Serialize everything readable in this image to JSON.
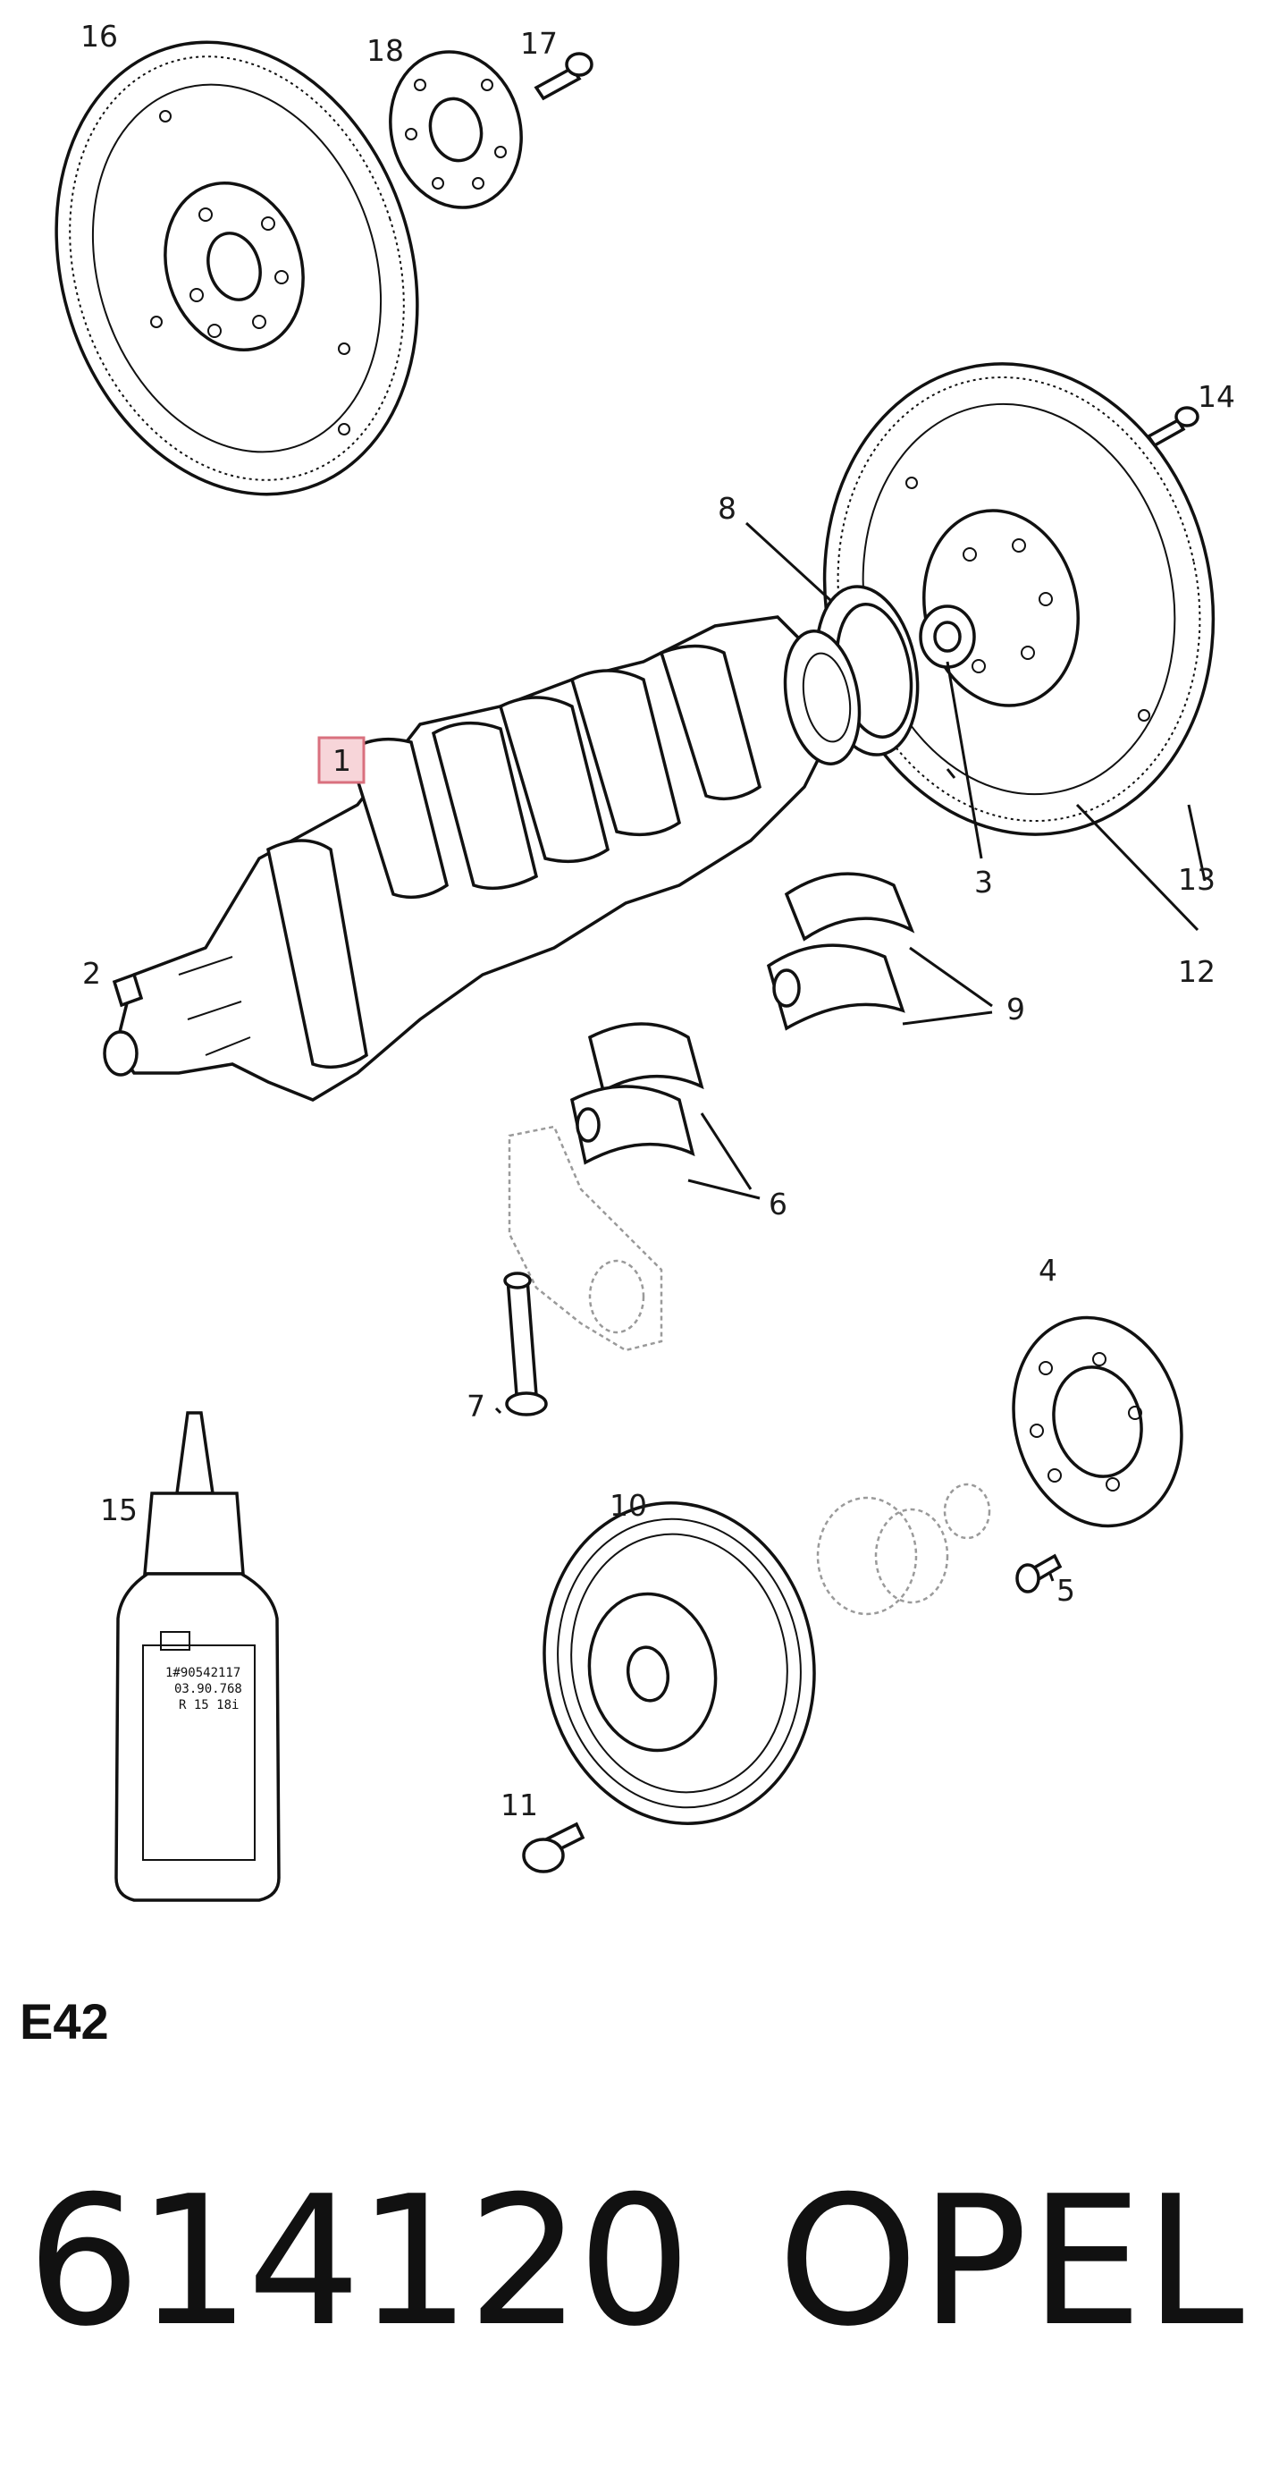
{
  "diagram": {
    "callouts": [
      "16",
      "18",
      "17",
      "14",
      "8",
      "1",
      "3",
      "13",
      "12",
      "2",
      "9",
      "6",
      "4",
      "7",
      "10",
      "15",
      "5",
      "11"
    ],
    "highlighted_callout": "1",
    "oil_bottle_label": [
      "1#90542117",
      "03.90.768",
      "R 15 18i"
    ]
  },
  "footer": {
    "section_code": "E42",
    "part_number": "614120",
    "brand": "OPEL"
  }
}
